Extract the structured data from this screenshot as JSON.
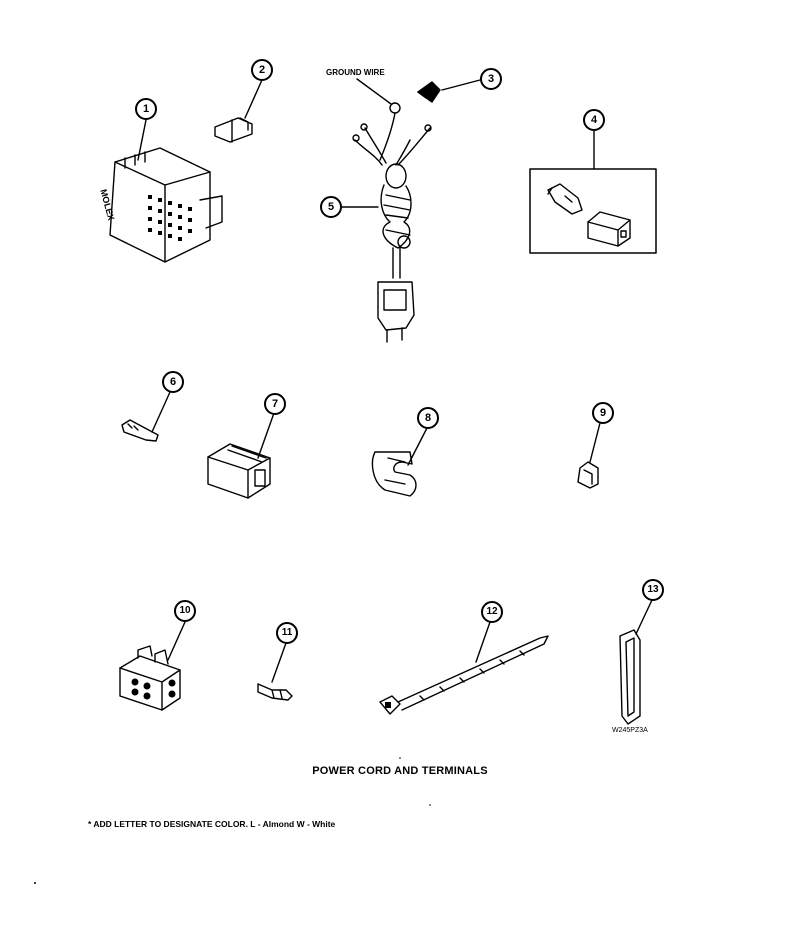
{
  "title": "POWER CORD AND TERMINALS",
  "footnote": "* ADD LETTER TO DESIGNATE COLOR.  L - Almond  W - White",
  "drawing_code": "W245PZ3A",
  "ground_wire_label": "GROUND WIRE",
  "connector_marking": "MOLEX",
  "callouts": [
    "1",
    "2",
    "3",
    "4",
    "5",
    "6",
    "7",
    "8",
    "9",
    "10",
    "11",
    "12",
    "13"
  ]
}
